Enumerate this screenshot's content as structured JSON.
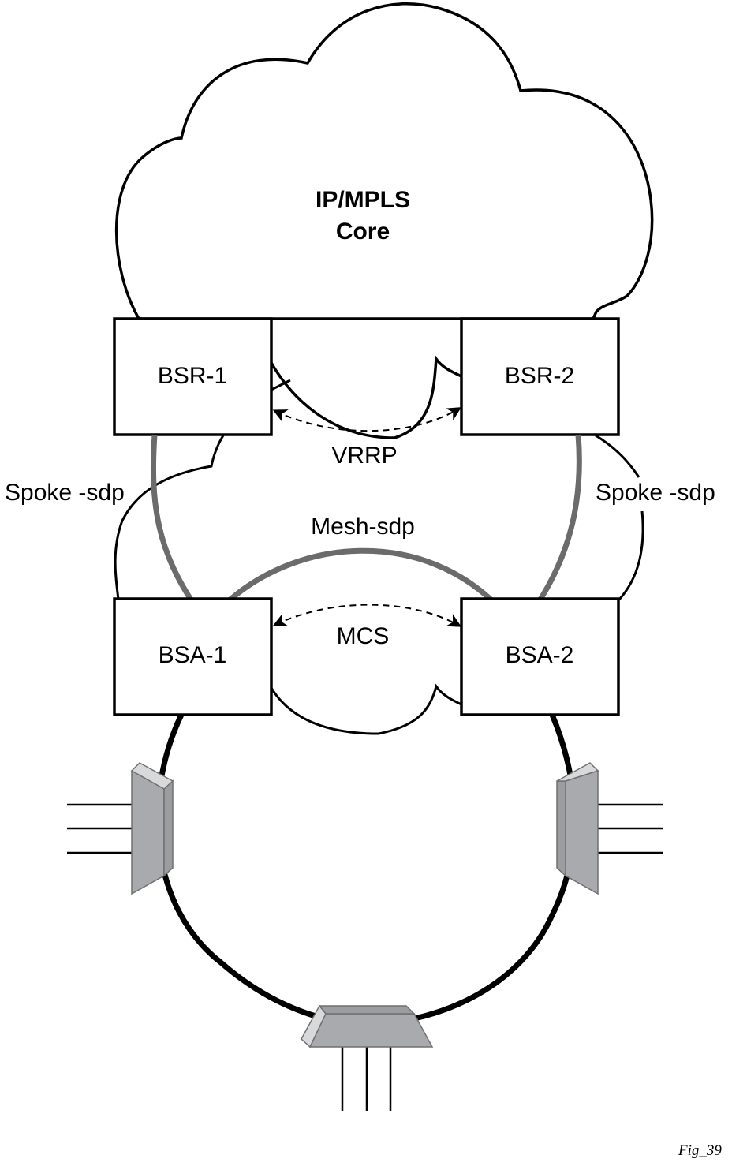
{
  "figure": {
    "caption": "Fig_39"
  },
  "core_cloud": {
    "title_line1": "IP/MPLS",
    "title_line2": "Core"
  },
  "nodes": {
    "bsr1": "BSR-1",
    "bsr2": "BSR-2",
    "bsa1": "BSA-1",
    "bsa2": "BSA-2"
  },
  "links": {
    "vrrp": "VRRP",
    "mcs": "MCS",
    "mesh_sdp": "Mesh-sdp",
    "spoke_sdp_left": "Spoke -sdp",
    "spoke_sdp_right": "Spoke -sdp"
  },
  "access_devices": [
    {
      "id": "left-access-device",
      "ports": 3
    },
    {
      "id": "right-access-device",
      "ports": 3
    },
    {
      "id": "bottom-access-device",
      "ports": 3
    }
  ],
  "colors": {
    "link_gray": "#6b6b6b",
    "device_gray": "#a9aaad"
  }
}
